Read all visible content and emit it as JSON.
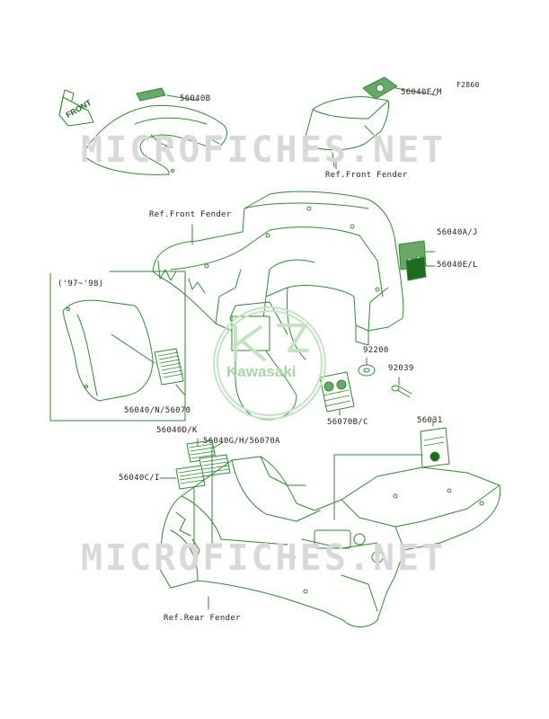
{
  "diagram": {
    "code": "F2860",
    "front_label": "FRONT",
    "year_range": "('97~'98)",
    "watermark_text": "MICROFICHES.NET",
    "brand_text": "Kawasaki",
    "line_color": "#2f8a2f",
    "label_color": "#1f1f1f",
    "watermark_color": "#d9d9d9"
  },
  "labels": {
    "p56040B": "56040B",
    "p56040FM": "56040F/M",
    "ref_front_fender_1": "Ref.Front Fender",
    "ref_front_fender_2": "Ref.Front Fender",
    "p56040AJ": "56040A/J",
    "p56040EL": "56040E/L",
    "p92200": "92200",
    "p92039": "92039",
    "p56040N": "56040/N/56070",
    "p56070BC": "56070B/C",
    "p56040DK": "56040D/K",
    "p56040GH": "56040G/H/56070A",
    "p56031": "56031",
    "p56040CI": "56040C/I",
    "ref_rear_fender": "Ref.Rear Fender"
  }
}
